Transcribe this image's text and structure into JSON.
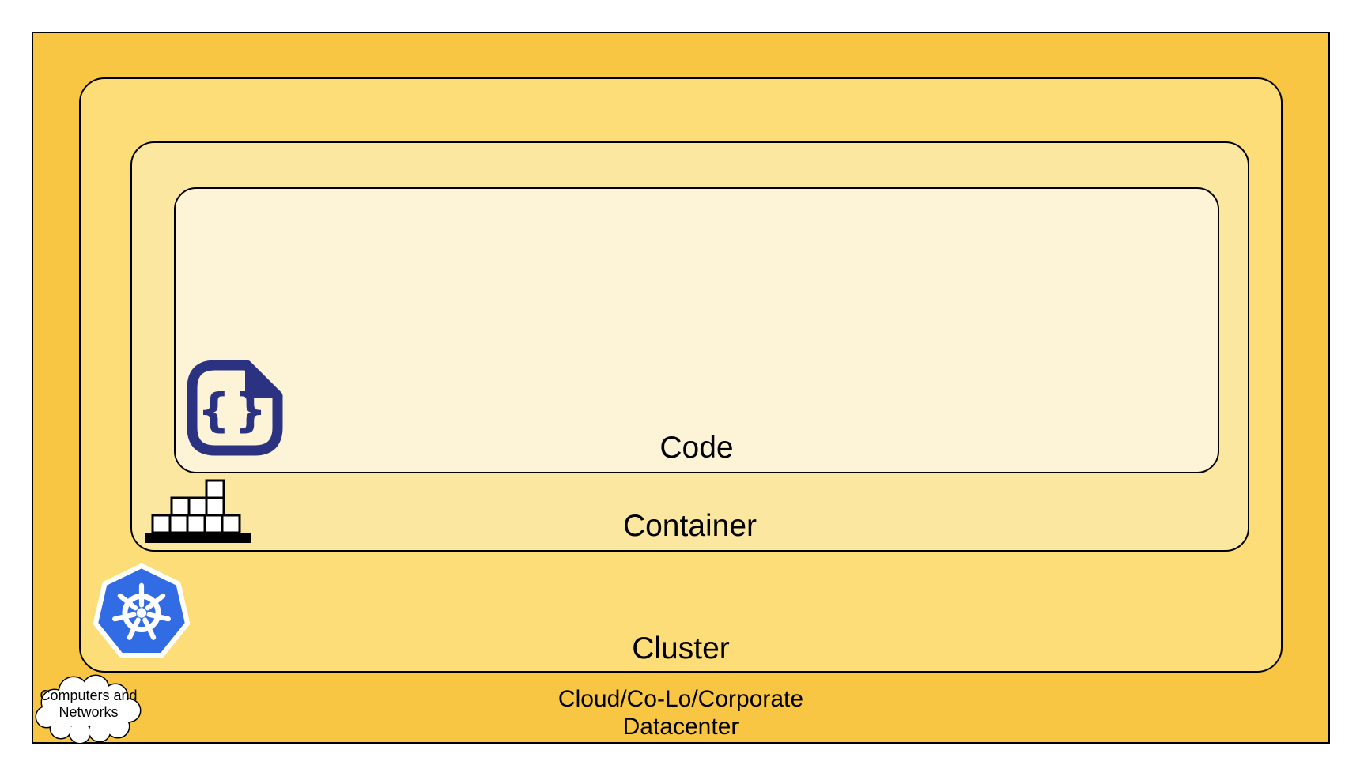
{
  "colors": {
    "canvas_bg": "#FFFFFF",
    "border": "#000000",
    "datacenter_fill": "#F9C643",
    "cluster_fill": "#FDDD77",
    "container_fill": "#FCE7A0",
    "code_fill": "#FDF3D7",
    "icon_navy": "#2B3282",
    "kubernetes_blue": "#326CE5",
    "icon_white": "#FFFFFF",
    "icon_black": "#000000"
  },
  "layers": {
    "code": {
      "label": "Code"
    },
    "container": {
      "label": "Container"
    },
    "cluster": {
      "label": "Cluster"
    },
    "datacenter": {
      "label": "Cloud/Co-Lo/Corporate\nDatacenter"
    }
  },
  "code_icon_glyph": "{}",
  "cloud_callout": {
    "label": "Computers and\nNetworks"
  }
}
